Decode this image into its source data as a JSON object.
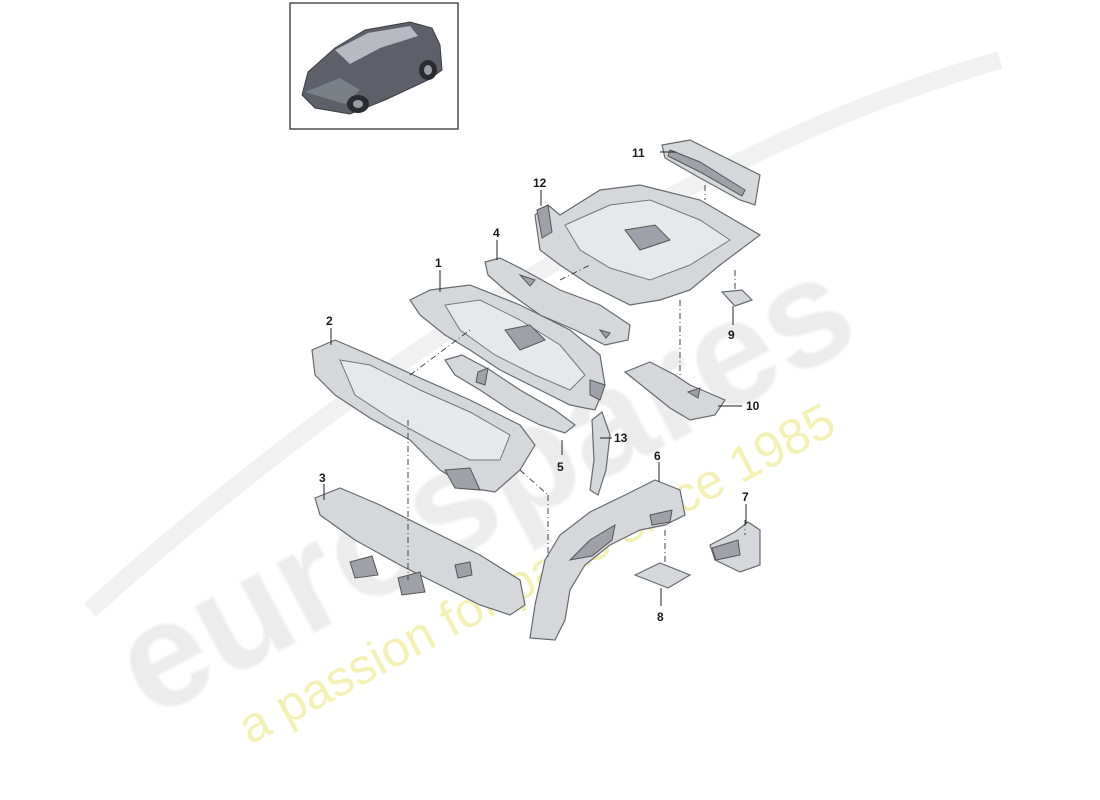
{
  "watermark": {
    "brand": "eurospares",
    "tagline": "a passion for parts since 1985"
  },
  "thumbnail": {
    "icon": "car-suv-icon"
  },
  "callouts": [
    {
      "id": "1",
      "label": "1"
    },
    {
      "id": "2",
      "label": "2"
    },
    {
      "id": "3",
      "label": "3"
    },
    {
      "id": "4",
      "label": "4"
    },
    {
      "id": "5",
      "label": "5"
    },
    {
      "id": "6",
      "label": "6"
    },
    {
      "id": "7",
      "label": "7"
    },
    {
      "id": "8",
      "label": "8"
    },
    {
      "id": "9",
      "label": "9"
    },
    {
      "id": "10",
      "label": "10"
    },
    {
      "id": "11",
      "label": "11"
    },
    {
      "id": "12",
      "label": "12"
    },
    {
      "id": "13",
      "label": "13"
    }
  ]
}
